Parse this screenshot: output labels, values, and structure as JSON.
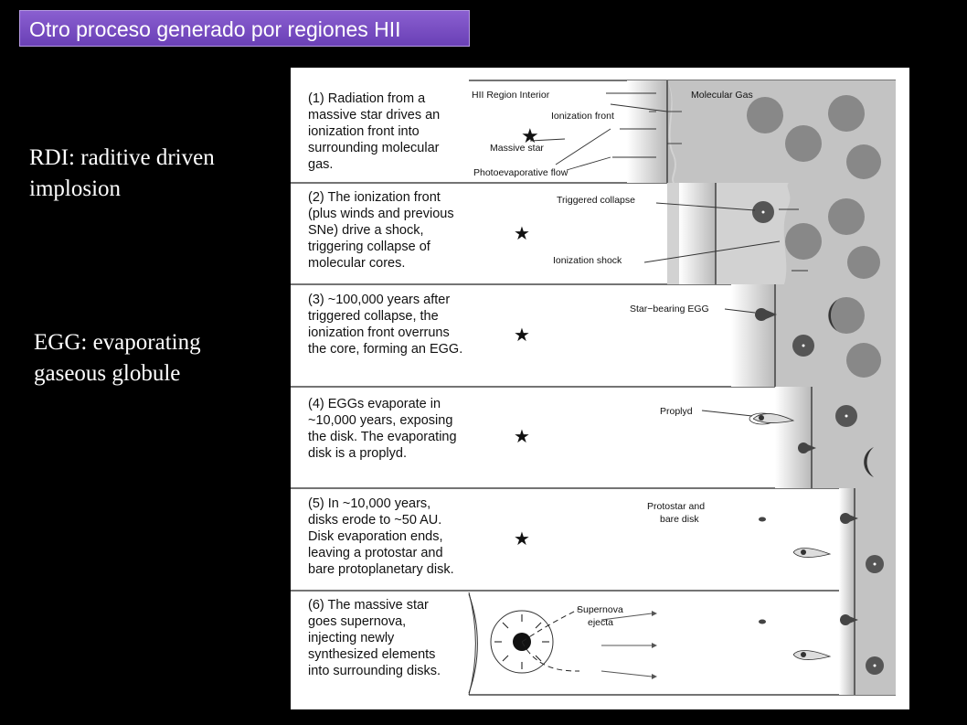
{
  "slide": {
    "title": "Otro proceso generado por regiones HII",
    "rdi_text": "RDI: raditive driven implosion",
    "egg_text": "EGG: evaporating gaseous globule"
  },
  "figure": {
    "panels": [
      {
        "lines": [
          "(1) Radiation from a",
          "massive star drives an",
          "ionization front into",
          "surrounding molecular",
          "gas."
        ]
      },
      {
        "lines": [
          "(2) The ionization front",
          "(plus winds and previous",
          "SNe) drive a shock,",
          "triggering collapse of",
          "molecular cores."
        ]
      },
      {
        "lines": [
          "(3) ~100,000 years after",
          "triggered collapse, the",
          "ionization front overruns",
          "the core, forming an EGG."
        ]
      },
      {
        "lines": [
          "(4) EGGs evaporate in",
          "~10,000 years, exposing",
          "the disk.  The evaporating",
          "disk is a proplyd."
        ]
      },
      {
        "lines": [
          "(5) In ~10,000 years,",
          "disks erode to ~50 AU.",
          "Disk evaporation ends,",
          "leaving a protostar and",
          "bare protoplanetary disk."
        ]
      },
      {
        "lines": [
          "(6) The massive star",
          "goes supernova,",
          "injecting newly",
          "synthesized elements",
          "into surrounding disks."
        ]
      }
    ],
    "labels": {
      "hii_interior": "HII Region Interior",
      "ionization_front": "Ionization front",
      "massive_star": "Massive star",
      "photoevaporative_flow": "Photoevaporative flow",
      "molecular_gas": "Molecular Gas",
      "triggered_collapse": "Triggered collapse",
      "ionization_shock": "Ionization shock",
      "star_bearing_egg": "Star−bearing EGG",
      "proplyd": "Proplyd",
      "protostar_bare_disk_1": "Protostar and",
      "protostar_bare_disk_2": "bare disk",
      "supernova_1": "Supernova",
      "supernova_2": "ejecta"
    }
  }
}
